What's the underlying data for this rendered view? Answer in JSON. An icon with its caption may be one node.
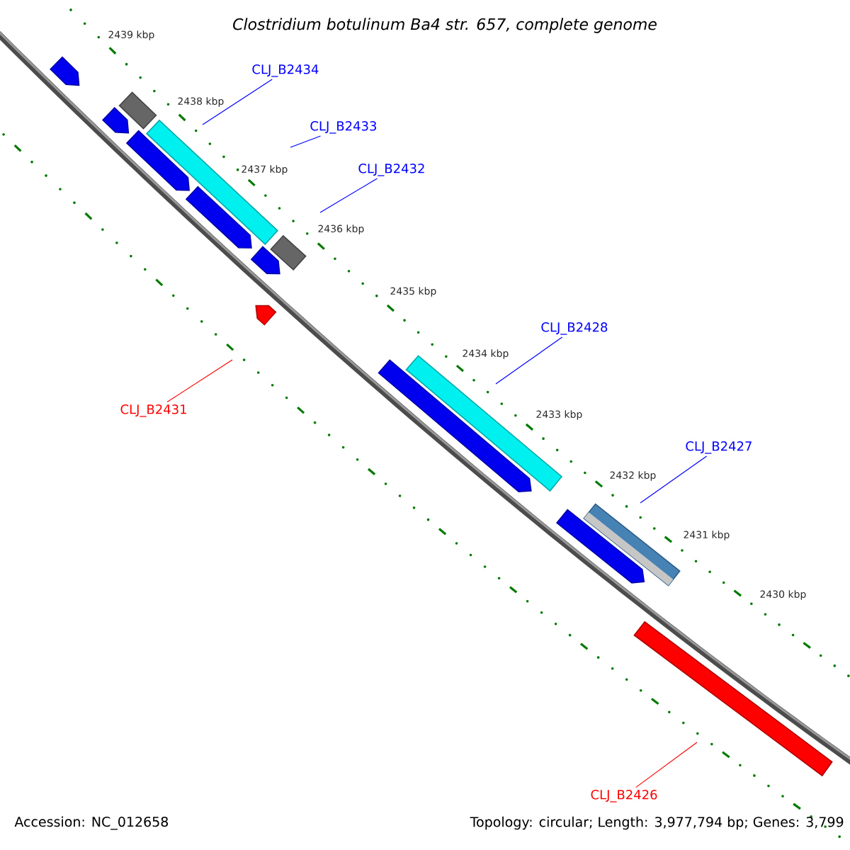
{
  "diagram": {
    "title": "Clostridium botulinum Ba4 str. 657, complete genome",
    "nodes": [
      {
        "text": [
          "CLJ_B2434"
        ]
      },
      {
        "text": [
          "CLJ_B2433"
        ]
      },
      {
        "text": [
          "CLJ_B2432"
        ]
      },
      {
        "text": [
          "CLJ_B2428"
        ]
      },
      {
        "text": [
          "CLJ_B2427"
        ]
      },
      {
        "text": [
          "CLJ_B2431"
        ]
      },
      {
        "text": [
          "CLJ_B2426"
        ]
      }
    ],
    "edges": [
      {
        "from": 0,
        "to": null,
        "arrow": "none"
      },
      {
        "from": 1,
        "to": null,
        "arrow": "none"
      },
      {
        "from": 2,
        "to": null,
        "arrow": "none"
      },
      {
        "from": 3,
        "to": null,
        "arrow": "none"
      },
      {
        "from": 4,
        "to": null,
        "arrow": "none"
      },
      {
        "from": 5,
        "to": null,
        "arrow": "none",
        "color": "#ff0000"
      },
      {
        "from": 6,
        "to": null,
        "arrow": "none",
        "color": "#ff0000"
      }
    ],
    "labels": [
      "2439 kbp",
      "2438 kbp",
      "2437 kbp",
      "2436 kbp",
      "2435 kbp",
      "2434 kbp",
      "2433 kbp",
      "2432 kbp",
      "2431 kbp",
      "2430 kbp",
      "Accession: NC_012658",
      "Topology: circular; Length: 3,977,794 bp; Genes: 3,799"
    ]
  }
}
